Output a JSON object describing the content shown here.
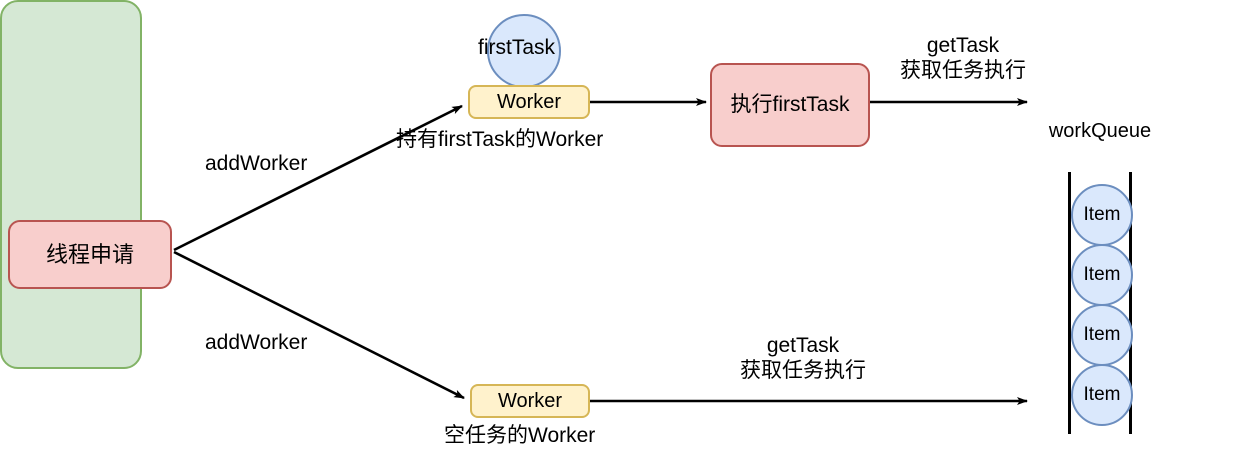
{
  "diagram": {
    "title": "Thread pool worker / workQueue flow",
    "colors": {
      "red_fill": "#f8cecc",
      "red_stroke": "#b85450",
      "yellow_fill": "#fff2cc",
      "yellow_stroke": "#d6b656",
      "blue_fill": "#dae8fc",
      "blue_stroke": "#6c8ebf",
      "green_fill": "#d5e8d4",
      "green_stroke": "#82b366",
      "edge_stroke": "#000000",
      "background": "#ffffff"
    },
    "nodes": {
      "thread_request": "线程申请",
      "worker_top": "Worker",
      "worker_bottom": "Worker",
      "first_task": "firstTask",
      "exec_first_task": "执行firstTask",
      "work_queue": "workQueue"
    },
    "queue_items": [
      "Item",
      "Item",
      "Item",
      "Item"
    ],
    "edge_labels": {
      "add_worker_top": "addWorker",
      "add_worker_bottom": "addWorker",
      "hold_first_task_worker": "持有firstTask的Worker",
      "empty_task_worker": "空任务的Worker",
      "get_task_top_line1": "getTask",
      "get_task_top_line2": "获取任务执行",
      "get_task_bottom_line1": "getTask",
      "get_task_bottom_line2": "获取任务执行"
    }
  }
}
